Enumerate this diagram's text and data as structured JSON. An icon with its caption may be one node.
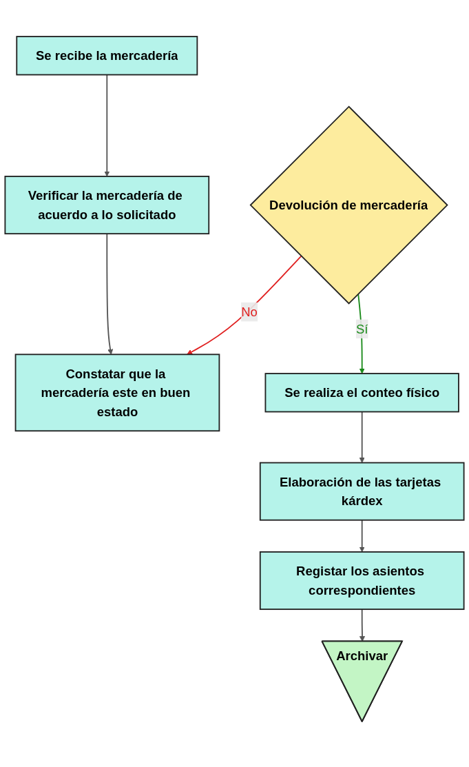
{
  "diagram": {
    "nodes": [
      {
        "text": [
          "Se recibe la mercadería"
        ]
      },
      {
        "text": [
          "Verificar la mercadería de acuerdo a lo solicitado"
        ]
      },
      {
        "text": [
          "Constatar que la mercadería este en buen estado"
        ]
      },
      {
        "text": [
          "Devolución de mercadería"
        ]
      },
      {
        "text": [
          "Se realiza el conteo físico"
        ]
      },
      {
        "text": [
          "Elaboración de las tarjetas kárdex"
        ]
      },
      {
        "text": [
          "Registar los asientos correspondientes"
        ]
      },
      {
        "text": [
          "Archivar"
        ]
      }
    ],
    "edges": [
      {
        "from": 0,
        "to": 1,
        "arrow": "to"
      },
      {
        "from": 1,
        "to": 2,
        "arrow": "to"
      },
      {
        "from": 3,
        "to": 2,
        "arrow": "to",
        "label": "No",
        "color": "#e02020"
      },
      {
        "from": 3,
        "to": 4,
        "arrow": "to",
        "label": "Sí",
        "color": "#1a8a1a"
      },
      {
        "from": 4,
        "to": 5,
        "arrow": "to"
      },
      {
        "from": 5,
        "to": 6,
        "arrow": "to"
      },
      {
        "from": 6,
        "to": 7,
        "arrow": "to"
      }
    ]
  }
}
